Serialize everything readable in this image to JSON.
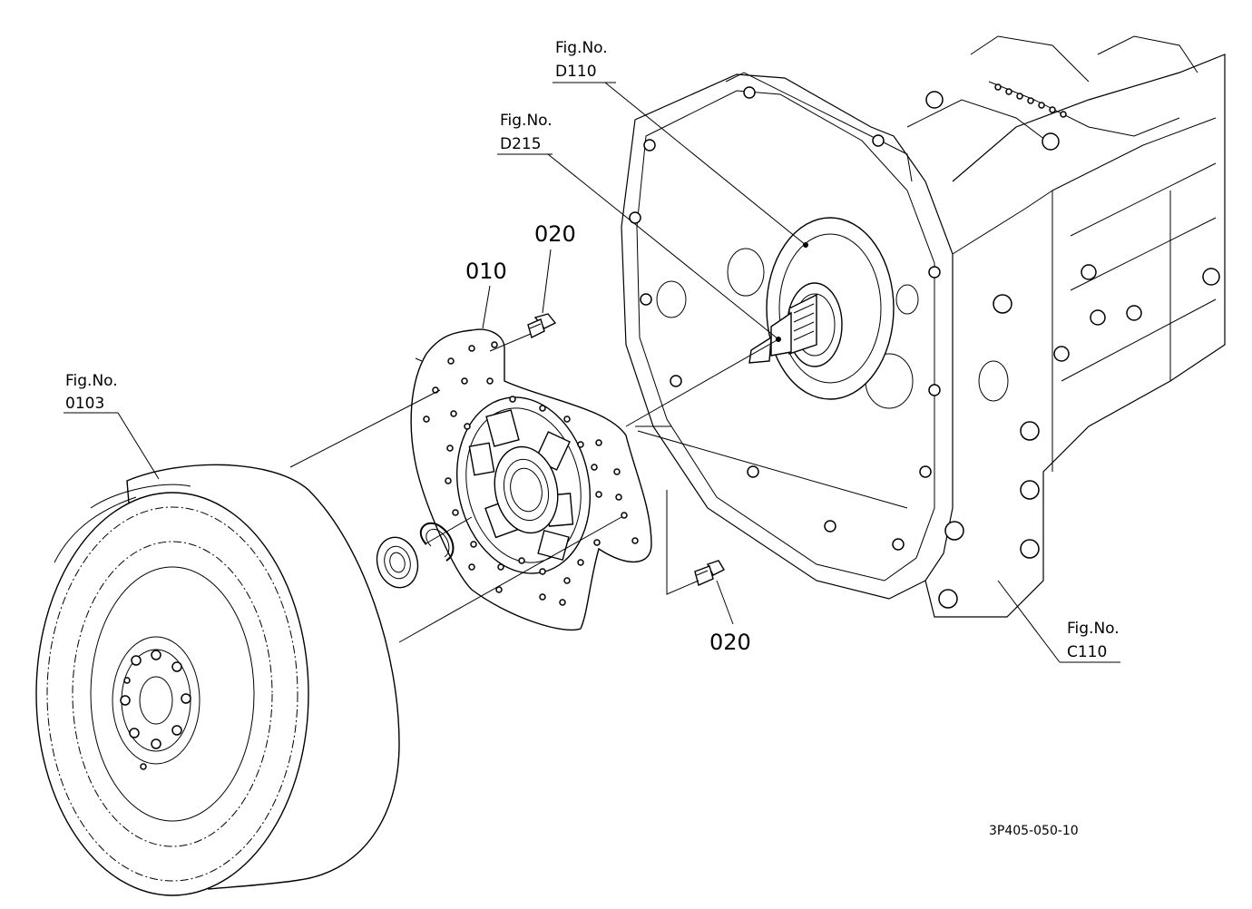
{
  "callouts": {
    "d110": {
      "fig": "Fig.No.",
      "num": "D110"
    },
    "d215": {
      "fig": "Fig.No.",
      "num": "D215"
    },
    "f0103": {
      "fig": "Fig.No.",
      "num": "0103"
    },
    "c110": {
      "fig": "Fig.No.",
      "num": "C110"
    }
  },
  "parts": {
    "p010": "010",
    "p020_top": "020",
    "p020_bottom": "020"
  },
  "drawing_code": "3P405-050-10"
}
